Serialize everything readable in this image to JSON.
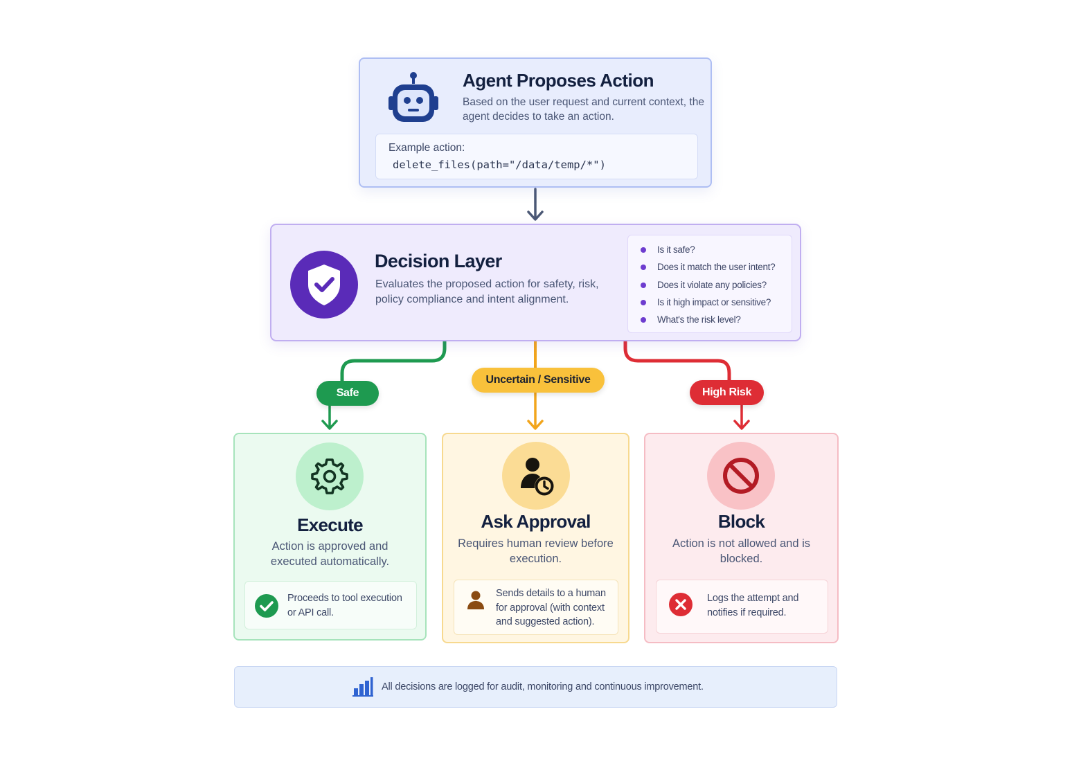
{
  "agent": {
    "title": "Agent Proposes Action",
    "description": "Based on the user request and current context, the agent decides to take an action.",
    "example_label": "Example action:",
    "example_code": "delete_files(path=\"/data/temp/*\")",
    "icon": "robot-icon"
  },
  "decision": {
    "title": "Decision Layer",
    "description": "Evaluates the proposed action for safety, risk, policy compliance and intent alignment.",
    "icon": "shield-check-icon",
    "questions": [
      "Is it safe?",
      "Does it match the user intent?",
      "Does it violate any policies?",
      "Is it high impact or sensitive?",
      "What's the risk level?"
    ]
  },
  "branches": {
    "safe": "Safe",
    "uncertain": "Uncertain / Sensitive",
    "high_risk": "High Risk"
  },
  "outcomes": {
    "execute": {
      "title": "Execute",
      "description": "Action is approved and executed automatically.",
      "note": "Proceeds to tool execution or API call.",
      "icon": "gear-icon",
      "note_icon": "check-circle-icon"
    },
    "approval": {
      "title": "Ask Approval",
      "description": "Requires human review before execution.",
      "note": "Sends details to a human for approval (with context and suggested action).",
      "icon": "user-clock-icon",
      "note_icon": "user-icon"
    },
    "block": {
      "title": "Block",
      "description": "Action is not allowed and is blocked.",
      "note": "Logs the attempt and notifies if required.",
      "icon": "prohibited-icon",
      "note_icon": "x-circle-icon"
    }
  },
  "footer": {
    "text": "All decisions are logged for audit, monitoring and continuous improvement.",
    "icon": "bar-chart-icon"
  },
  "colors": {
    "agent_accent": "#1f3f8f",
    "decision_accent": "#5a2bb8",
    "safe": "#1e9a50",
    "uncertain": "#f5a623",
    "high_risk": "#de2d35"
  }
}
